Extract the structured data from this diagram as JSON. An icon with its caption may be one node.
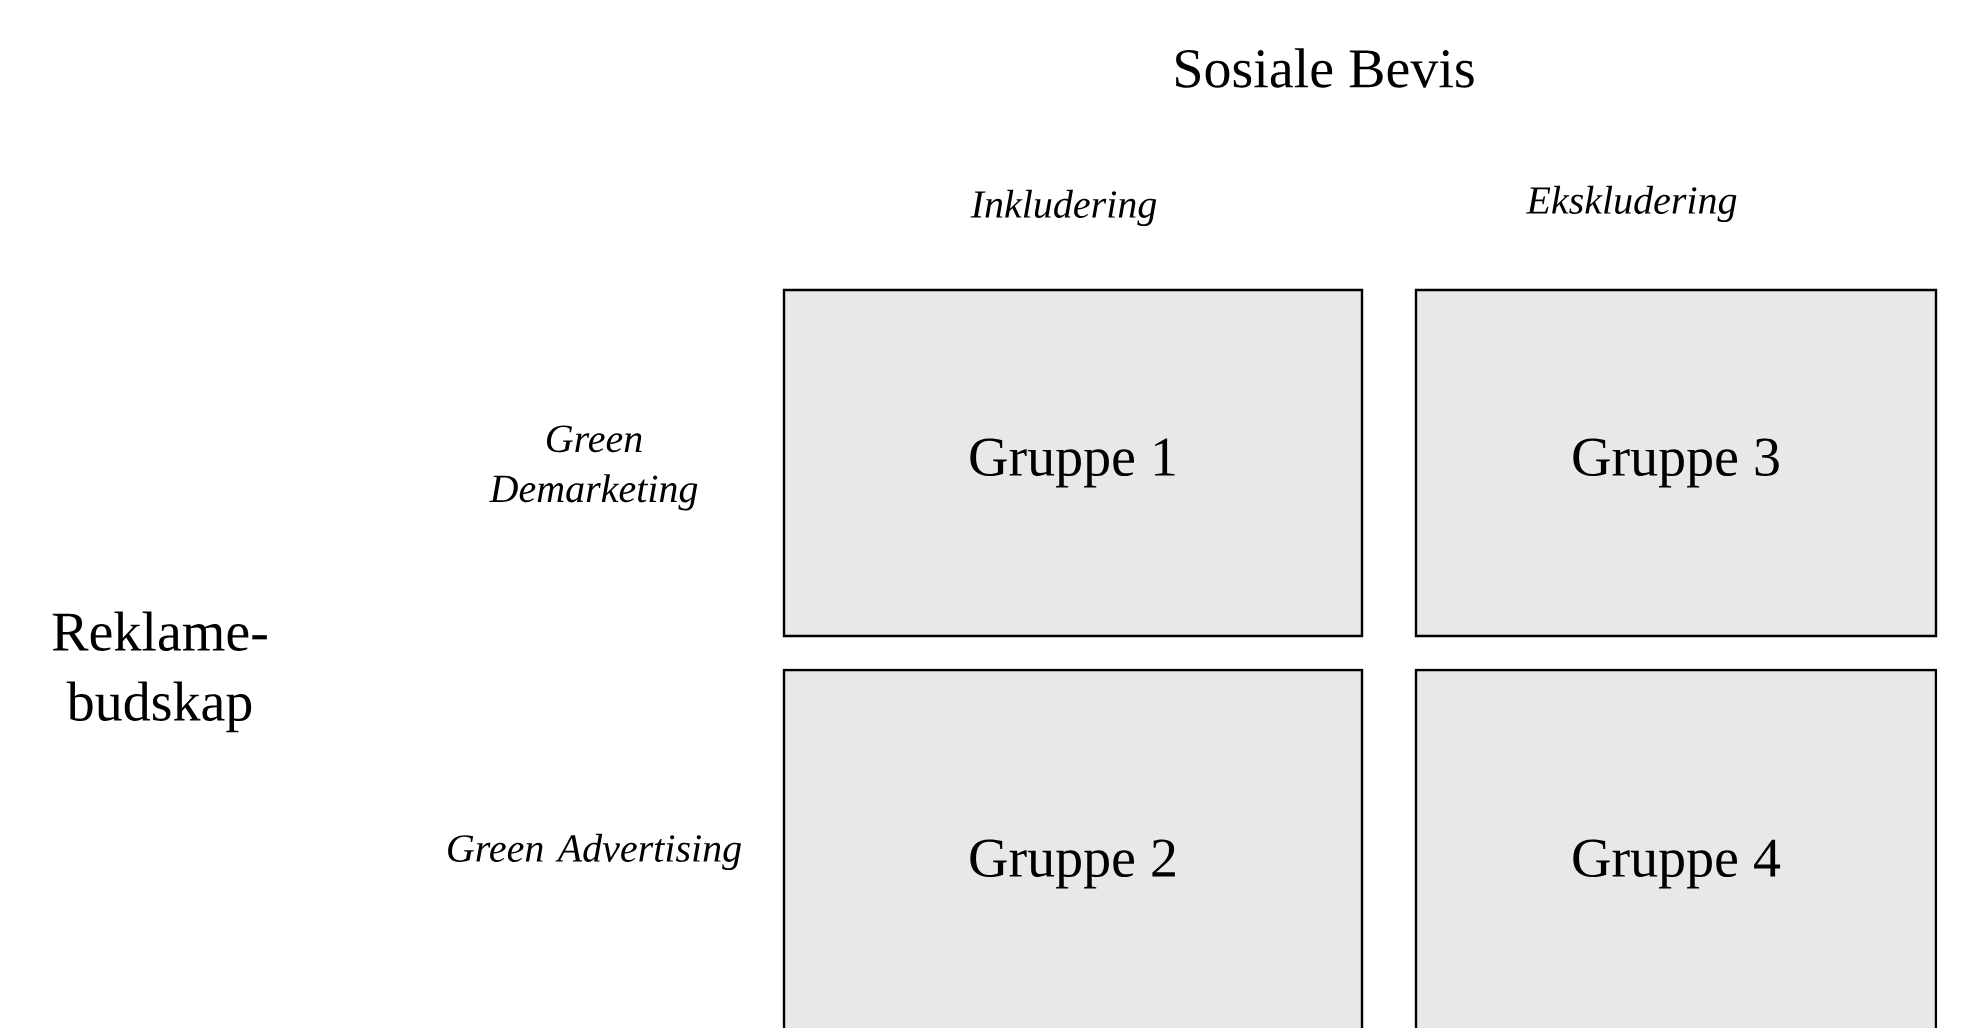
{
  "diagram": {
    "title": "Sosiale Bevis",
    "nodes": [
      {
        "text": [
          "Gruppe 1"
        ]
      },
      {
        "text": [
          "Gruppe 3"
        ]
      },
      {
        "text": [
          "Gruppe 2"
        ]
      },
      {
        "text": [
          "Gruppe 4"
        ]
      }
    ],
    "labels": [
      "Inkludering",
      "Ekskludering",
      "Green Demarketing",
      "Reklame-budskap",
      "Green Advertising"
    ]
  }
}
